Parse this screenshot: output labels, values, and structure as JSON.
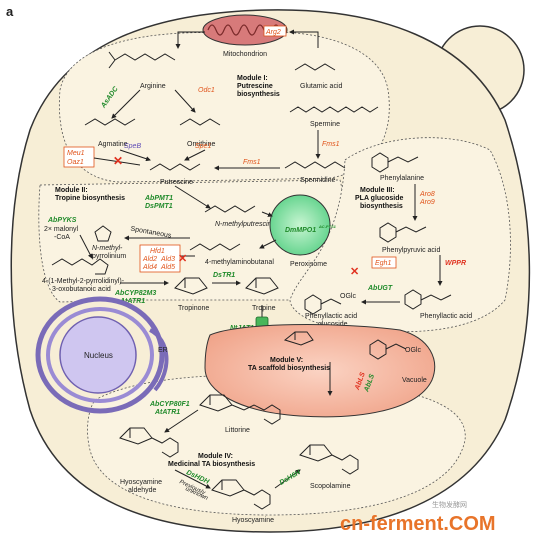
{
  "panel_label": "a",
  "mito": {
    "label": "Mitochondrion",
    "gene": "Arg2"
  },
  "module1": {
    "title_line1": "Module I:",
    "title_line2": "Putrescine",
    "title_line3": "biosynthesis"
  },
  "module2": {
    "title_line1": "Module II:",
    "title_line2": "Tropine biosynthesis"
  },
  "module3": {
    "title_line1": "Module III:",
    "title_line2": "PLA glucoside",
    "title_line3": "biosynthesis"
  },
  "module4": {
    "title_line1": "Module IV:",
    "title_line2": "Medicinal TA biosynthesis"
  },
  "module5": {
    "title_line1": "Module V:",
    "title_line2": "TA scaffold biosynthesis"
  },
  "compounds": {
    "arginine": "Arginine",
    "glutamic": "Glutamic acid",
    "agmatine": "Agmatine",
    "ornithine": "Ornithine",
    "spermine": "Spermine",
    "spermidine": "Spermidine",
    "putrescine": "Putrescine",
    "nmp": "N-methylputrescine",
    "mab": "4-methylaminobutanal",
    "malonyl": "2× malonyl",
    "coa": "-CoA",
    "npyr1": "N-methyl-",
    "npyr2": "pyrrolinium",
    "spont": "Spontaneous",
    "oxob1": "4-(1-Methyl-2-pyrrolidinyl)-",
    "oxob2": "3-oxobutanoic acid",
    "tropinone": "Tropinone",
    "tropine": "Tropine",
    "phe": "Phenylalanine",
    "ppa": "Phenylpyruvic acid",
    "pla": "Phenyllactic acid",
    "plag1": "Phenyllactic acid",
    "plag2": "glucoside",
    "oglc1": "OGlc",
    "oglc2": "OGlc",
    "littorine": "Littorine",
    "hyoald1": "Hyoscyamine",
    "hyoald2": "aldehyde",
    "hyoscyamine": "Hyoscyamine",
    "scopolamine": "Scopolamine",
    "prev1": "Previously",
    "prev2": "unknown"
  },
  "organelles": {
    "nucleus": "Nucleus",
    "er": "ER",
    "peroxisome": "Peroxisome",
    "vacuole": "Vacuole"
  },
  "genes": {
    "asadc": "AsADC",
    "odc1": "Odc1",
    "spe1": "Spe1",
    "fms1a": "Fms1",
    "fms1b": "Fms1",
    "speB": "SpeB",
    "meu1": "Meu1",
    "oaz1": "Oaz1",
    "abpmt1": "AbPMT1",
    "dspmt1": "DsPMT1",
    "dmmpo1": "DmMPO1",
    "dmmpo1sup": "ΔC-PTS1",
    "abpyks": "AbPYKS",
    "hfd1": "Hfd1",
    "ald2": "Ald2",
    "ald3": "Ald3",
    "ald4": "Ald4",
    "ald5": "Ald5",
    "abcyp82m3": "AbCYP82M3",
    "atatr1a": "AtATR1",
    "dstr1": "DsTR1",
    "aro8": "Aro8",
    "aro9": "Aro9",
    "egh1": "Egh1",
    "wppr": "WPPR",
    "abugt": "AbUGT",
    "ntjat1": "NtJAT1",
    "abcyp80f1": "AbCYP80F1",
    "atatr1b": "AtATR1",
    "ablsa": "AbLS",
    "ablsb": "AbLS",
    "dshdh": "DsHDH",
    "dsh6h": "DsH6H"
  },
  "watermark": "cn-ferment.COM",
  "watermark_cn": "生物发酵网"
}
